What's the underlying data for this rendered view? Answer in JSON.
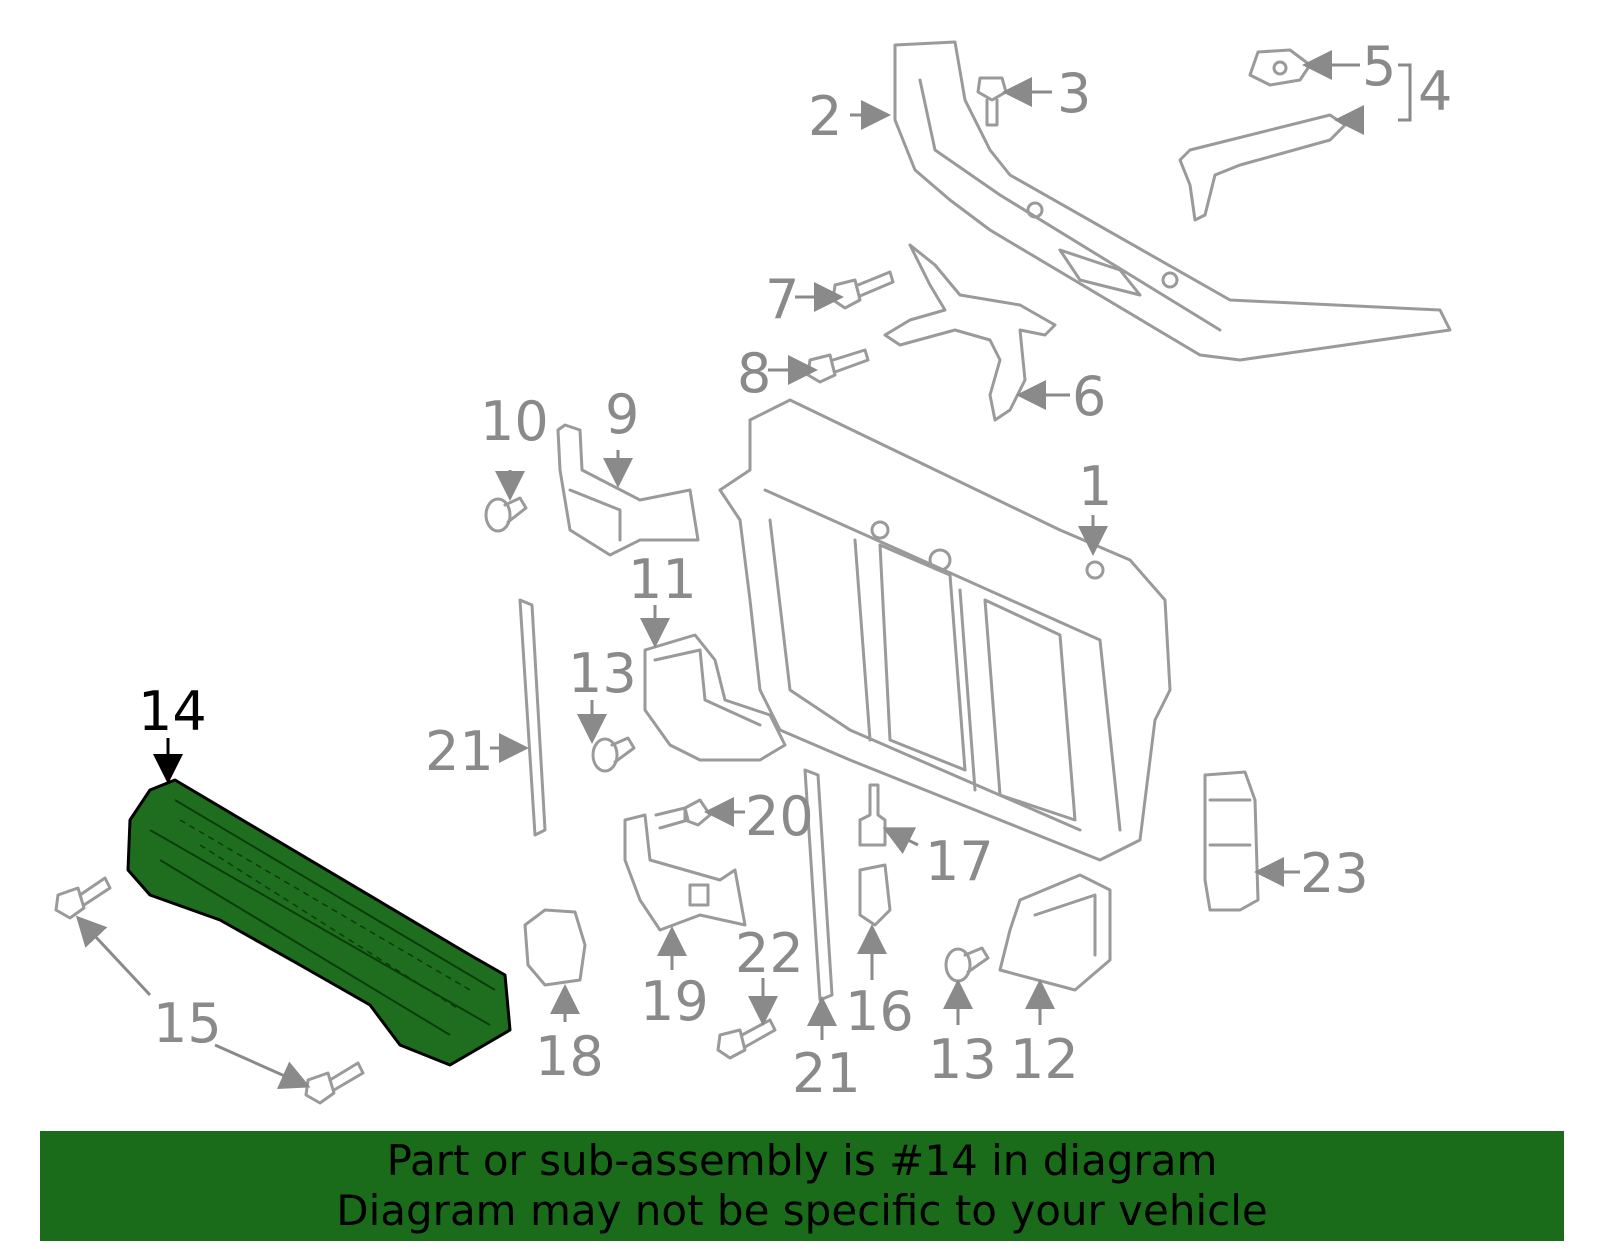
{
  "callouts": {
    "n1": "1",
    "n2": "2",
    "n3": "3",
    "n4": "4",
    "n5": "5",
    "n6": "6",
    "n7": "7",
    "n8": "8",
    "n9": "9",
    "n10": "10",
    "n11": "11",
    "n12": "12",
    "n13a": "13",
    "n13b": "13",
    "n14": "14",
    "n15": "15",
    "n16": "16",
    "n17": "17",
    "n18": "18",
    "n19": "19",
    "n20": "20",
    "n21a": "21",
    "n21b": "21",
    "n22": "22",
    "n23": "23"
  },
  "highlight_part": "14",
  "colors": {
    "highlight_fill": "#1f6e1f",
    "banner_bg": "#1a6b1a",
    "line_gray": "#9a9a9a",
    "text_gray": "#8a8a8a"
  },
  "banner": {
    "line1": "Part or sub-assembly is #14 in diagram",
    "line2": "Diagram may not be specific to your vehicle"
  }
}
